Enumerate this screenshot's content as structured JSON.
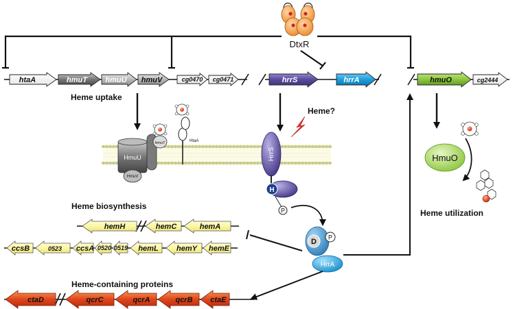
{
  "regulator": "DtxR",
  "labels": {
    "heme_uptake": "Heme uptake",
    "heme_question": "Heme?",
    "heme_biosynthesis": "Heme biosynthesis",
    "heme_utilization": "Heme utilization",
    "heme_containing_proteins": "Heme-containing proteins"
  },
  "genes_row1": {
    "htaA": "htaA",
    "hmuT": "hmuT",
    "hmuU": "hmuU",
    "hmuV": "hmuV",
    "cg0470": "cg0470",
    "cg0471": "cg0471",
    "hrrS": "hrrS",
    "hrrA": "hrrA",
    "hmuO": "hmuO",
    "cg2444": "cg2444"
  },
  "genes_biosynthesis": {
    "hemH": "hemH",
    "hemC": "hemC",
    "hemA": "hemA",
    "ccsB": "ccsB",
    "g0523": "0523",
    "ccsA": "ccsA",
    "g0520": "0520",
    "g0519": "0519",
    "hemL": "hemL",
    "hemY": "hemY",
    "hemE": "hemE"
  },
  "genes_proteins": {
    "ctaD": "ctaD",
    "qcrC": "qcrC",
    "qcrA": "qcrA",
    "qcrB": "qcrB",
    "ctaE": "ctaE"
  },
  "proteins": {
    "hmuU": "HmuU",
    "hmuT": "HmuT",
    "hmuV": "HmuV",
    "htaA": "HtaA",
    "hrrS": "HrrS",
    "his": "H",
    "asp": "D",
    "phospho": "P",
    "hrrA": "HrrA",
    "hmuO": "HmuO"
  },
  "colors": {
    "white_gene": "#ffffff",
    "grey_gene": "#8c8c8c",
    "hrrS_purple": "#6a5aa8",
    "hrrA_blue": "#1ea0dc",
    "hmuO_green": "#8cc63f",
    "biosynthesis_yellow": "#fbf7a6",
    "protein_red": "#e0451b",
    "dtxR_orange": "#f5a653",
    "lightning": "#e4312b"
  }
}
